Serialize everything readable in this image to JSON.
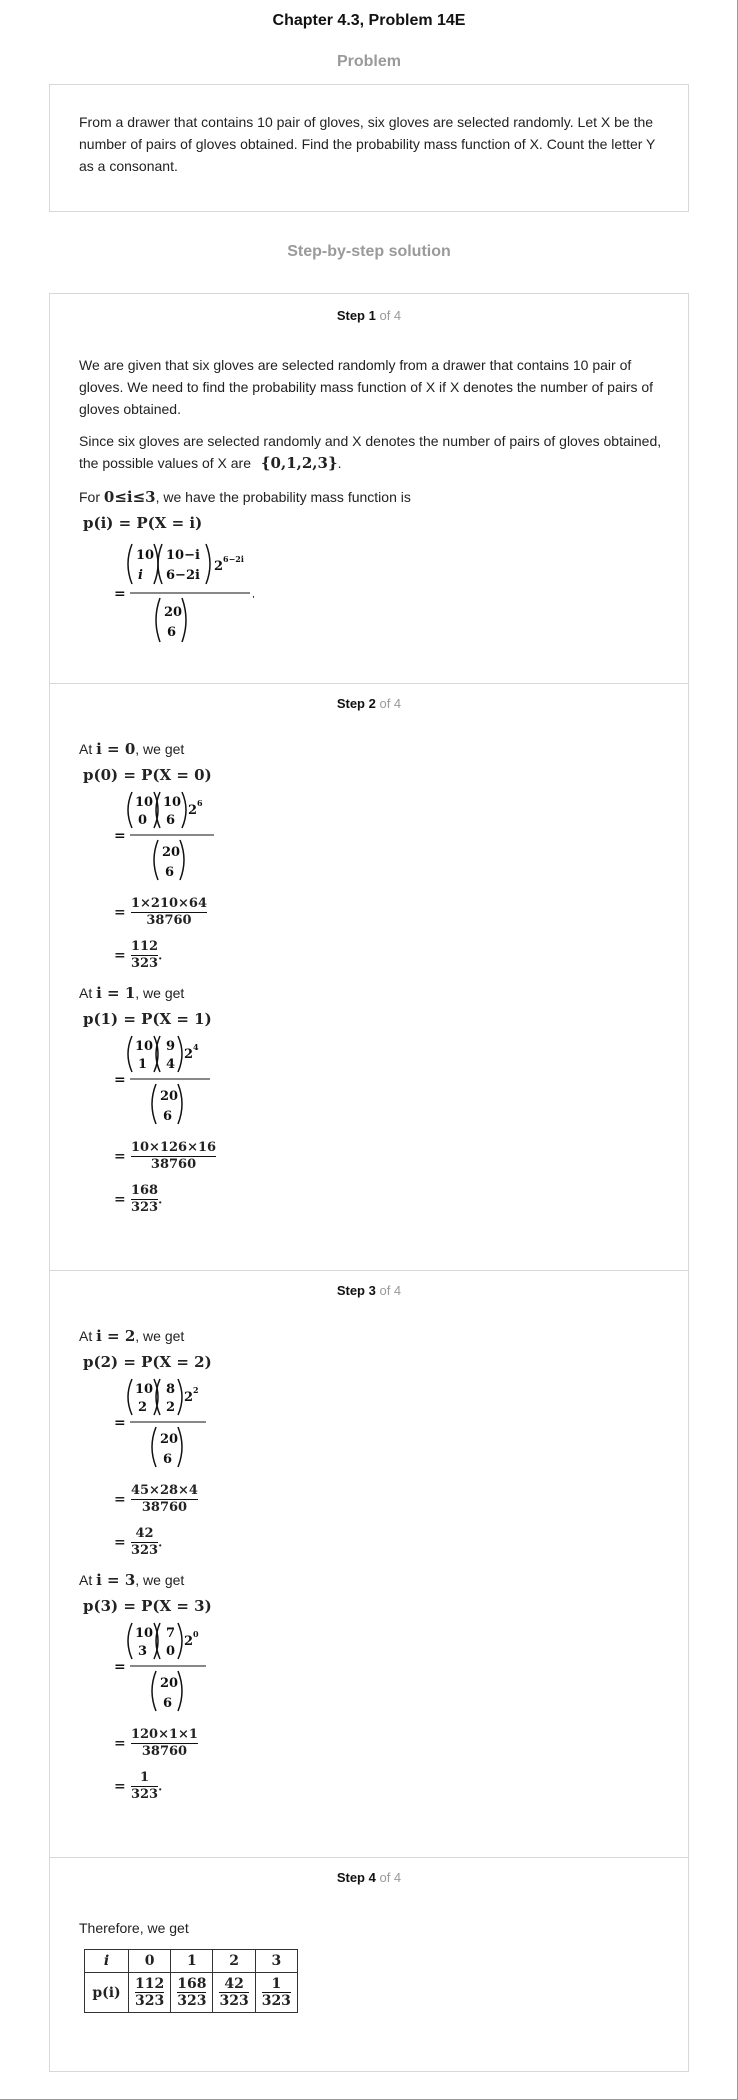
{
  "header": {
    "title": "Chapter 4.3, Problem 14E"
  },
  "problem": {
    "heading": "Problem",
    "text": "From a drawer that contains 10 pair of gloves, six gloves are selected randomly. Let X be the number of pairs of gloves obtained. Find the probability mass function of X. Count the letter Y as a consonant."
  },
  "solution": {
    "heading": "Step-by-step solution"
  },
  "step1": {
    "label": "Step 1",
    "of": "of 4",
    "para1": "We are given that six gloves are selected randomly from a drawer that contains 10 pair of gloves. We need to find the probability mass function of X if X denotes the number of pairs of gloves obtained.",
    "para2": "Since six gloves are selected randomly and X denotes the number of pairs of gloves obtained, the possible values of X are",
    "values_set": "{0,1,2,3}",
    "para3_prefix": "For",
    "range": "0≤i≤3",
    "para3_suffix": ", we have the probability mass function is",
    "eq_lhs": "p(i) = P(X = i)",
    "binom_top_n": "10",
    "binom_top_k": "i",
    "binom_mid_n": "10−i",
    "binom_mid_k": "6−2i",
    "power": "2",
    "power_exp": "6−2i",
    "binom_den_n": "20",
    "binom_den_k": "6"
  },
  "step2": {
    "label": "Step 2",
    "of": "of 4",
    "at": "At",
    "we_get": ", we get",
    "case0": {
      "i": "i = 0",
      "lhs": "p(0) = P(X = 0)",
      "b1n": "10",
      "b1k": "0",
      "b2n": "10",
      "b2k": "6",
      "pow": "2",
      "exp": "6",
      "dn": "20",
      "dk": "6",
      "num": "1×210×64",
      "den": "38760",
      "rnum": "112",
      "rden": "323"
    },
    "case1": {
      "i": "i = 1",
      "lhs": "p(1) = P(X = 1)",
      "b1n": "10",
      "b1k": "1",
      "b2n": "9",
      "b2k": "4",
      "pow": "2",
      "exp": "4",
      "dn": "20",
      "dk": "6",
      "num": "10×126×16",
      "den": "38760",
      "rnum": "168",
      "rden": "323"
    }
  },
  "step3": {
    "label": "Step 3",
    "of": "of 4",
    "at": "At",
    "we_get": ", we get",
    "case2": {
      "i": "i = 2",
      "lhs": "p(2) = P(X = 2)",
      "b1n": "10",
      "b1k": "2",
      "b2n": "8",
      "b2k": "2",
      "pow": "2",
      "exp": "2",
      "dn": "20",
      "dk": "6",
      "num": "45×28×4",
      "den": "38760",
      "rnum": "42",
      "rden": "323"
    },
    "case3": {
      "i": "i = 3",
      "lhs": "p(3) = P(X = 3)",
      "b1n": "10",
      "b1k": "3",
      "b2n": "7",
      "b2k": "0",
      "pow": "2",
      "exp": "0",
      "dn": "20",
      "dk": "6",
      "num": "120×1×1",
      "den": "38760",
      "rnum": "1",
      "rden": "323"
    }
  },
  "step4": {
    "label": "Step 4",
    "of": "of 4",
    "text": "Therefore, we get",
    "table": {
      "row_label_i": "i",
      "row_label_p": "p(i)",
      "i_values": [
        "0",
        "1",
        "2",
        "3"
      ],
      "p_num": [
        "112",
        "168",
        "42",
        "1"
      ],
      "p_den": [
        "323",
        "323",
        "323",
        "323"
      ]
    }
  }
}
